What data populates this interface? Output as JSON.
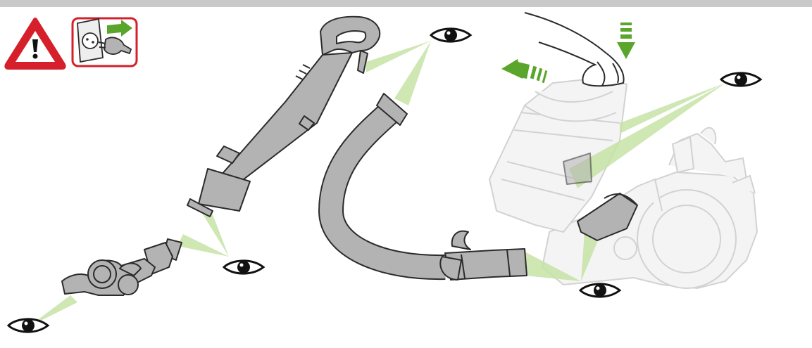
{
  "colors": {
    "topbar": "#c9c9c9",
    "part_fill": "#b3b3b3",
    "part_stroke": "#2b2b2b",
    "ghost_fill": "#f4f4f4",
    "ghost_stroke": "#d2d2d2",
    "sight_beam": "#c6e3a6",
    "arrow_green": "#5aa52b",
    "warning_red": "#d51f2a"
  },
  "icons": [
    "warning-triangle-icon",
    "unplug-from-socket-icon",
    "eye-icon"
  ],
  "illustration": {
    "parts": [
      "wand-handle",
      "hose",
      "floor-tool",
      "cyclone-bin",
      "main-body",
      "inlet-duct"
    ],
    "inspection_points": 5
  }
}
